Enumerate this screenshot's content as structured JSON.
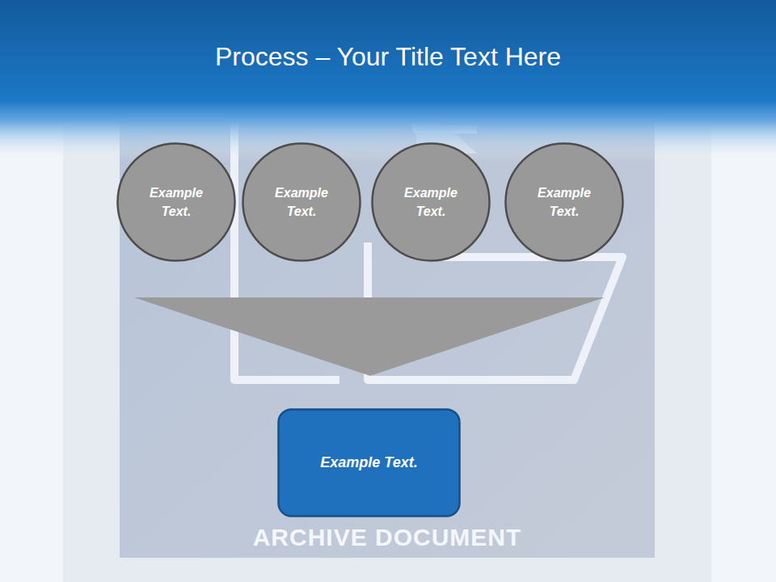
{
  "diagram": {
    "title": "Process – Your Title Text Here",
    "nodes": [
      {
        "text": [
          "Example Text."
        ]
      },
      {
        "text": [
          "Example Text."
        ]
      },
      {
        "text": [
          "Example Text."
        ]
      },
      {
        "text": [
          "Example Text."
        ]
      },
      {
        "text": [
          "Example Text."
        ]
      }
    ],
    "labels": [
      "ARCHIVE DOCUMENT"
    ]
  }
}
